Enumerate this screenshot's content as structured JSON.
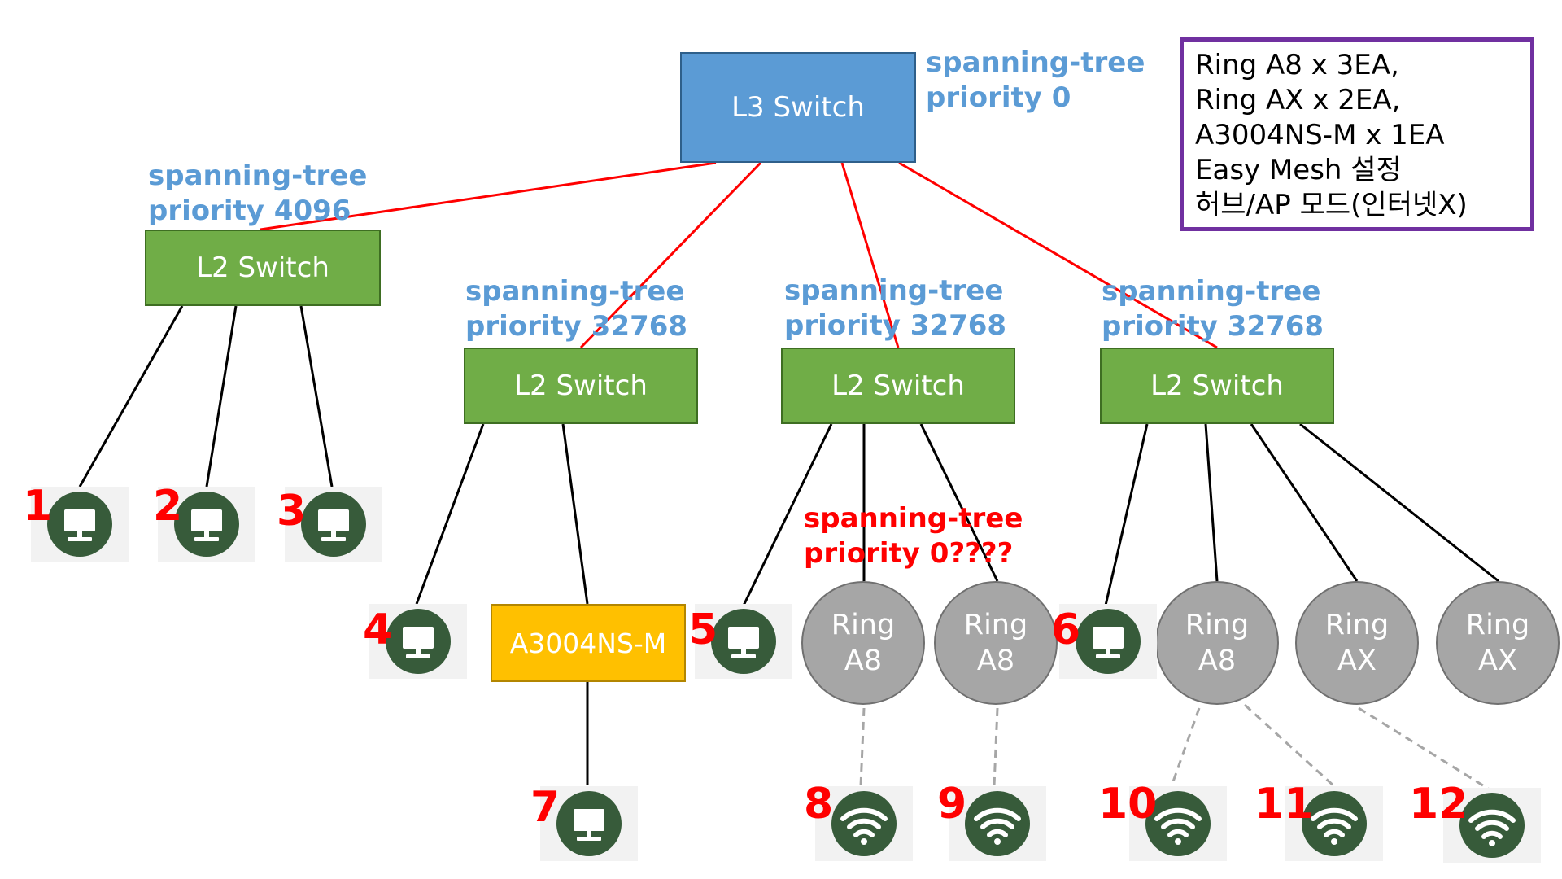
{
  "switches": {
    "l3": "L3 Switch",
    "l2_label": "L2 Switch",
    "a3004": "A3004NS-M"
  },
  "stp": {
    "l3": [
      "spanning-tree",
      "priority 0"
    ],
    "l2_1": [
      "spanning-tree",
      "priority 4096"
    ],
    "l2_2": [
      "spanning-tree",
      "priority 32768"
    ],
    "l2_3": [
      "spanning-tree",
      "priority 32768"
    ],
    "l2_4": [
      "spanning-tree",
      "priority 32768"
    ],
    "ring": [
      "spanning-tree",
      "priority 0????"
    ]
  },
  "rings": [
    {
      "line1": "Ring",
      "line2": "A8"
    },
    {
      "line1": "Ring",
      "line2": "A8"
    },
    {
      "line1": "Ring",
      "line2": "A8"
    },
    {
      "line1": "Ring",
      "line2": "AX"
    },
    {
      "line1": "Ring",
      "line2": "AX"
    }
  ],
  "device_numbers": [
    "1",
    "2",
    "3",
    "4",
    "5",
    "6",
    "7",
    "8",
    "9",
    "10",
    "11",
    "12"
  ],
  "legend": [
    "Ring A8 x 3EA,",
    "Ring AX x 2EA,",
    "A3004NS-M x 1EA",
    "Easy Mesh 설정",
    "허브/AP 모드(인터넷X)"
  ],
  "colors": {
    "l3": "#5b9bd5",
    "l2": "#70ad47",
    "a3004": "#ffc000",
    "ring": "#a6a6a6",
    "uplink": "#ff0000",
    "downlink": "#000000",
    "wireless": "#a6a6a6",
    "stp_text": "#5b9bd5",
    "stp_warning": "#ff0000",
    "legend_border": "#7030a0",
    "device_icon": "#375b3a"
  }
}
